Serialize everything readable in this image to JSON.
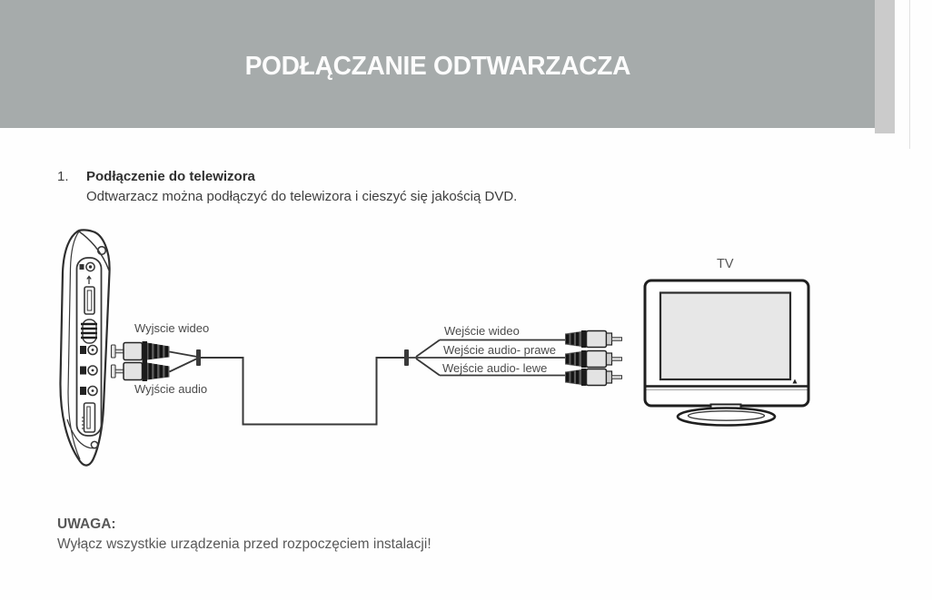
{
  "page": {
    "header": {
      "title": "PODŁĄCZANIE ODTWARZACZA"
    },
    "section": {
      "number": "1.",
      "heading": "Podłączenie do telewizora",
      "body": "Odtwarzacz można podłączyć do telewizora i cieszyć się jakością DVD."
    },
    "diagram": {
      "labels": {
        "player_video_out": "Wyjscie wideo",
        "player_audio_out": "Wyjście audio",
        "tv_video_in": "Wejście wideo",
        "tv_audio_in_right": "Wejście audio- prawe",
        "tv_audio_in_left": "Wejście audio- lewe",
        "tv": "TV"
      }
    },
    "note": {
      "heading": "UWAGA:",
      "body": "Wyłącz wszystkie urządzenia przed rozpoczęciem instalacji!"
    },
    "colors": {
      "banner": "#a6abab",
      "banner_edge": "#cbcbcb",
      "text": "#3e3e3e",
      "line": "#383838"
    }
  }
}
